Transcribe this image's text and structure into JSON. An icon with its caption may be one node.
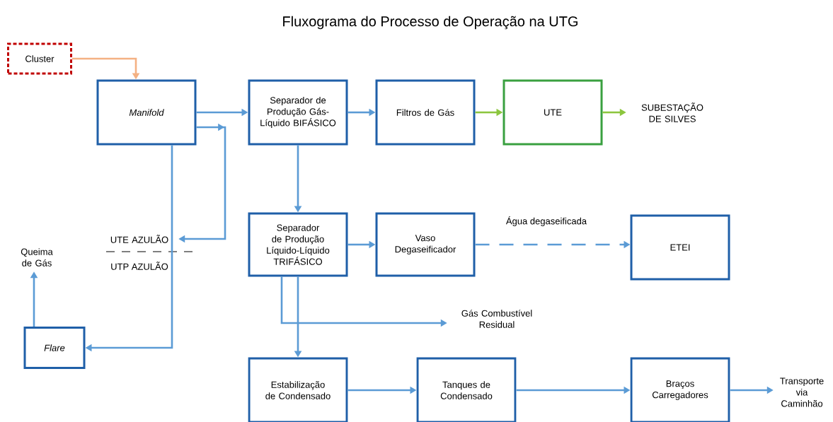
{
  "diagram": {
    "title": "Fluxograma do Processo de Operação na UTG",
    "nodes": [
      {
        "text": [
          "Cluster"
        ]
      },
      {
        "text": [
          "Manifold"
        ]
      },
      {
        "text": [
          "Separador de Produção Gás-Líquido BIFÁSICO"
        ]
      },
      {
        "text": [
          "Filtros de Gás"
        ]
      },
      {
        "text": [
          "UTE"
        ]
      },
      {
        "text": [
          "SUBESTAÇÃO DE SILVES"
        ]
      },
      {
        "text": [
          "UTE AZULÃO"
        ]
      },
      {
        "text": [
          "Queima de Gás"
        ]
      },
      {
        "text": [
          "Flare"
        ]
      },
      {
        "text": [
          "Separador de Produção Líquido-Líquido TRIFÁSICO"
        ]
      },
      {
        "text": [
          "Vaso Degaseificador"
        ]
      },
      {
        "text": [
          "ETEI"
        ]
      },
      {
        "text": [
          "Gás Combustível Residual"
        ]
      },
      {
        "text": [
          "Estabilização de Condensado"
        ]
      },
      {
        "text": [
          "Tanques de Condensado"
        ]
      },
      {
        "text": [
          "Braços Carregadores"
        ]
      },
      {
        "text": [
          "Transporte via Caminhão"
        ]
      }
    ],
    "edges": [
      {
        "from": 0,
        "to": 1,
        "arrow": "to",
        "color": "#f4b183"
      },
      {
        "from": 1,
        "to": 2,
        "arrow": "to"
      },
      {
        "from": 1,
        "to": 6,
        "arrow": "to"
      },
      {
        "from": 1,
        "to": 8,
        "arrow": "to"
      },
      {
        "from": 2,
        "to": 3,
        "arrow": "to"
      },
      {
        "from": 3,
        "to": 4,
        "arrow": "to",
        "color": "#8cc63f"
      },
      {
        "from": 4,
        "to": 5,
        "arrow": "to",
        "color": "#8cc63f"
      },
      {
        "from": 2,
        "to": 9,
        "arrow": "to"
      },
      {
        "from": 9,
        "to": 10,
        "arrow": "to"
      },
      {
        "from": 10,
        "to": 11,
        "arrow": "to",
        "style": "dashed",
        "label": "Água degaseificada"
      },
      {
        "from": 9,
        "to": 12,
        "arrow": "to"
      },
      {
        "from": 9,
        "to": 13,
        "arrow": "to"
      },
      {
        "from": 8,
        "to": 7,
        "arrow": "to"
      },
      {
        "from": 13,
        "to": 14,
        "arrow": "to"
      },
      {
        "from": 14,
        "to": 15,
        "arrow": "to"
      },
      {
        "from": 15,
        "to": 16,
        "arrow": "to"
      }
    ],
    "labels": [
      "UTP AZULÃO"
    ]
  }
}
